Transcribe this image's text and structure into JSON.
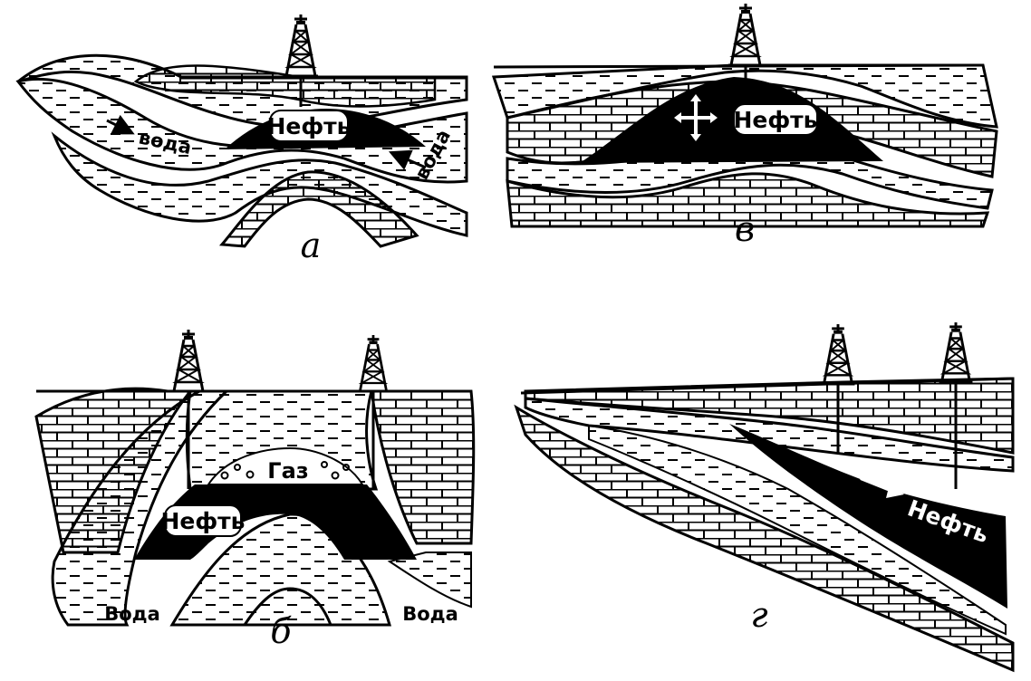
{
  "panels": {
    "a": {
      "letter": "а",
      "oil_label": "Нефть",
      "water_left": "вода",
      "water_right": "вода"
    },
    "v": {
      "letter": "в",
      "oil_label": "Нефть"
    },
    "b": {
      "letter": "б",
      "oil_label": "Нефть",
      "gas_label": "Газ",
      "water_left": "Вода",
      "water_right": "Вода"
    },
    "g": {
      "letter": "г",
      "oil_label": "Нефть"
    }
  }
}
